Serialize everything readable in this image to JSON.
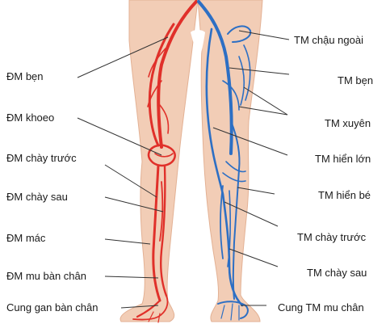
{
  "labels_left": [
    "ĐM bẹn",
    "ĐM khoeo",
    "ĐM chày trước",
    "ĐM chày sau",
    "ĐM mác",
    "ĐM mu bàn chân",
    "Cung gan bàn chân"
  ],
  "labels_right": [
    "TM chậu ngoài",
    "TM bẹn",
    "TM xuyên",
    "TM hiển lớn",
    "TM hiển bé",
    "TM chày trước",
    "TM chày sau",
    "Cung TM mu chân"
  ],
  "colors": {
    "skin": "#f2cdb6",
    "skin_shadow": "#e3b194",
    "artery": "#e0302a",
    "vein": "#2d6fc4",
    "leader": "#333333"
  }
}
